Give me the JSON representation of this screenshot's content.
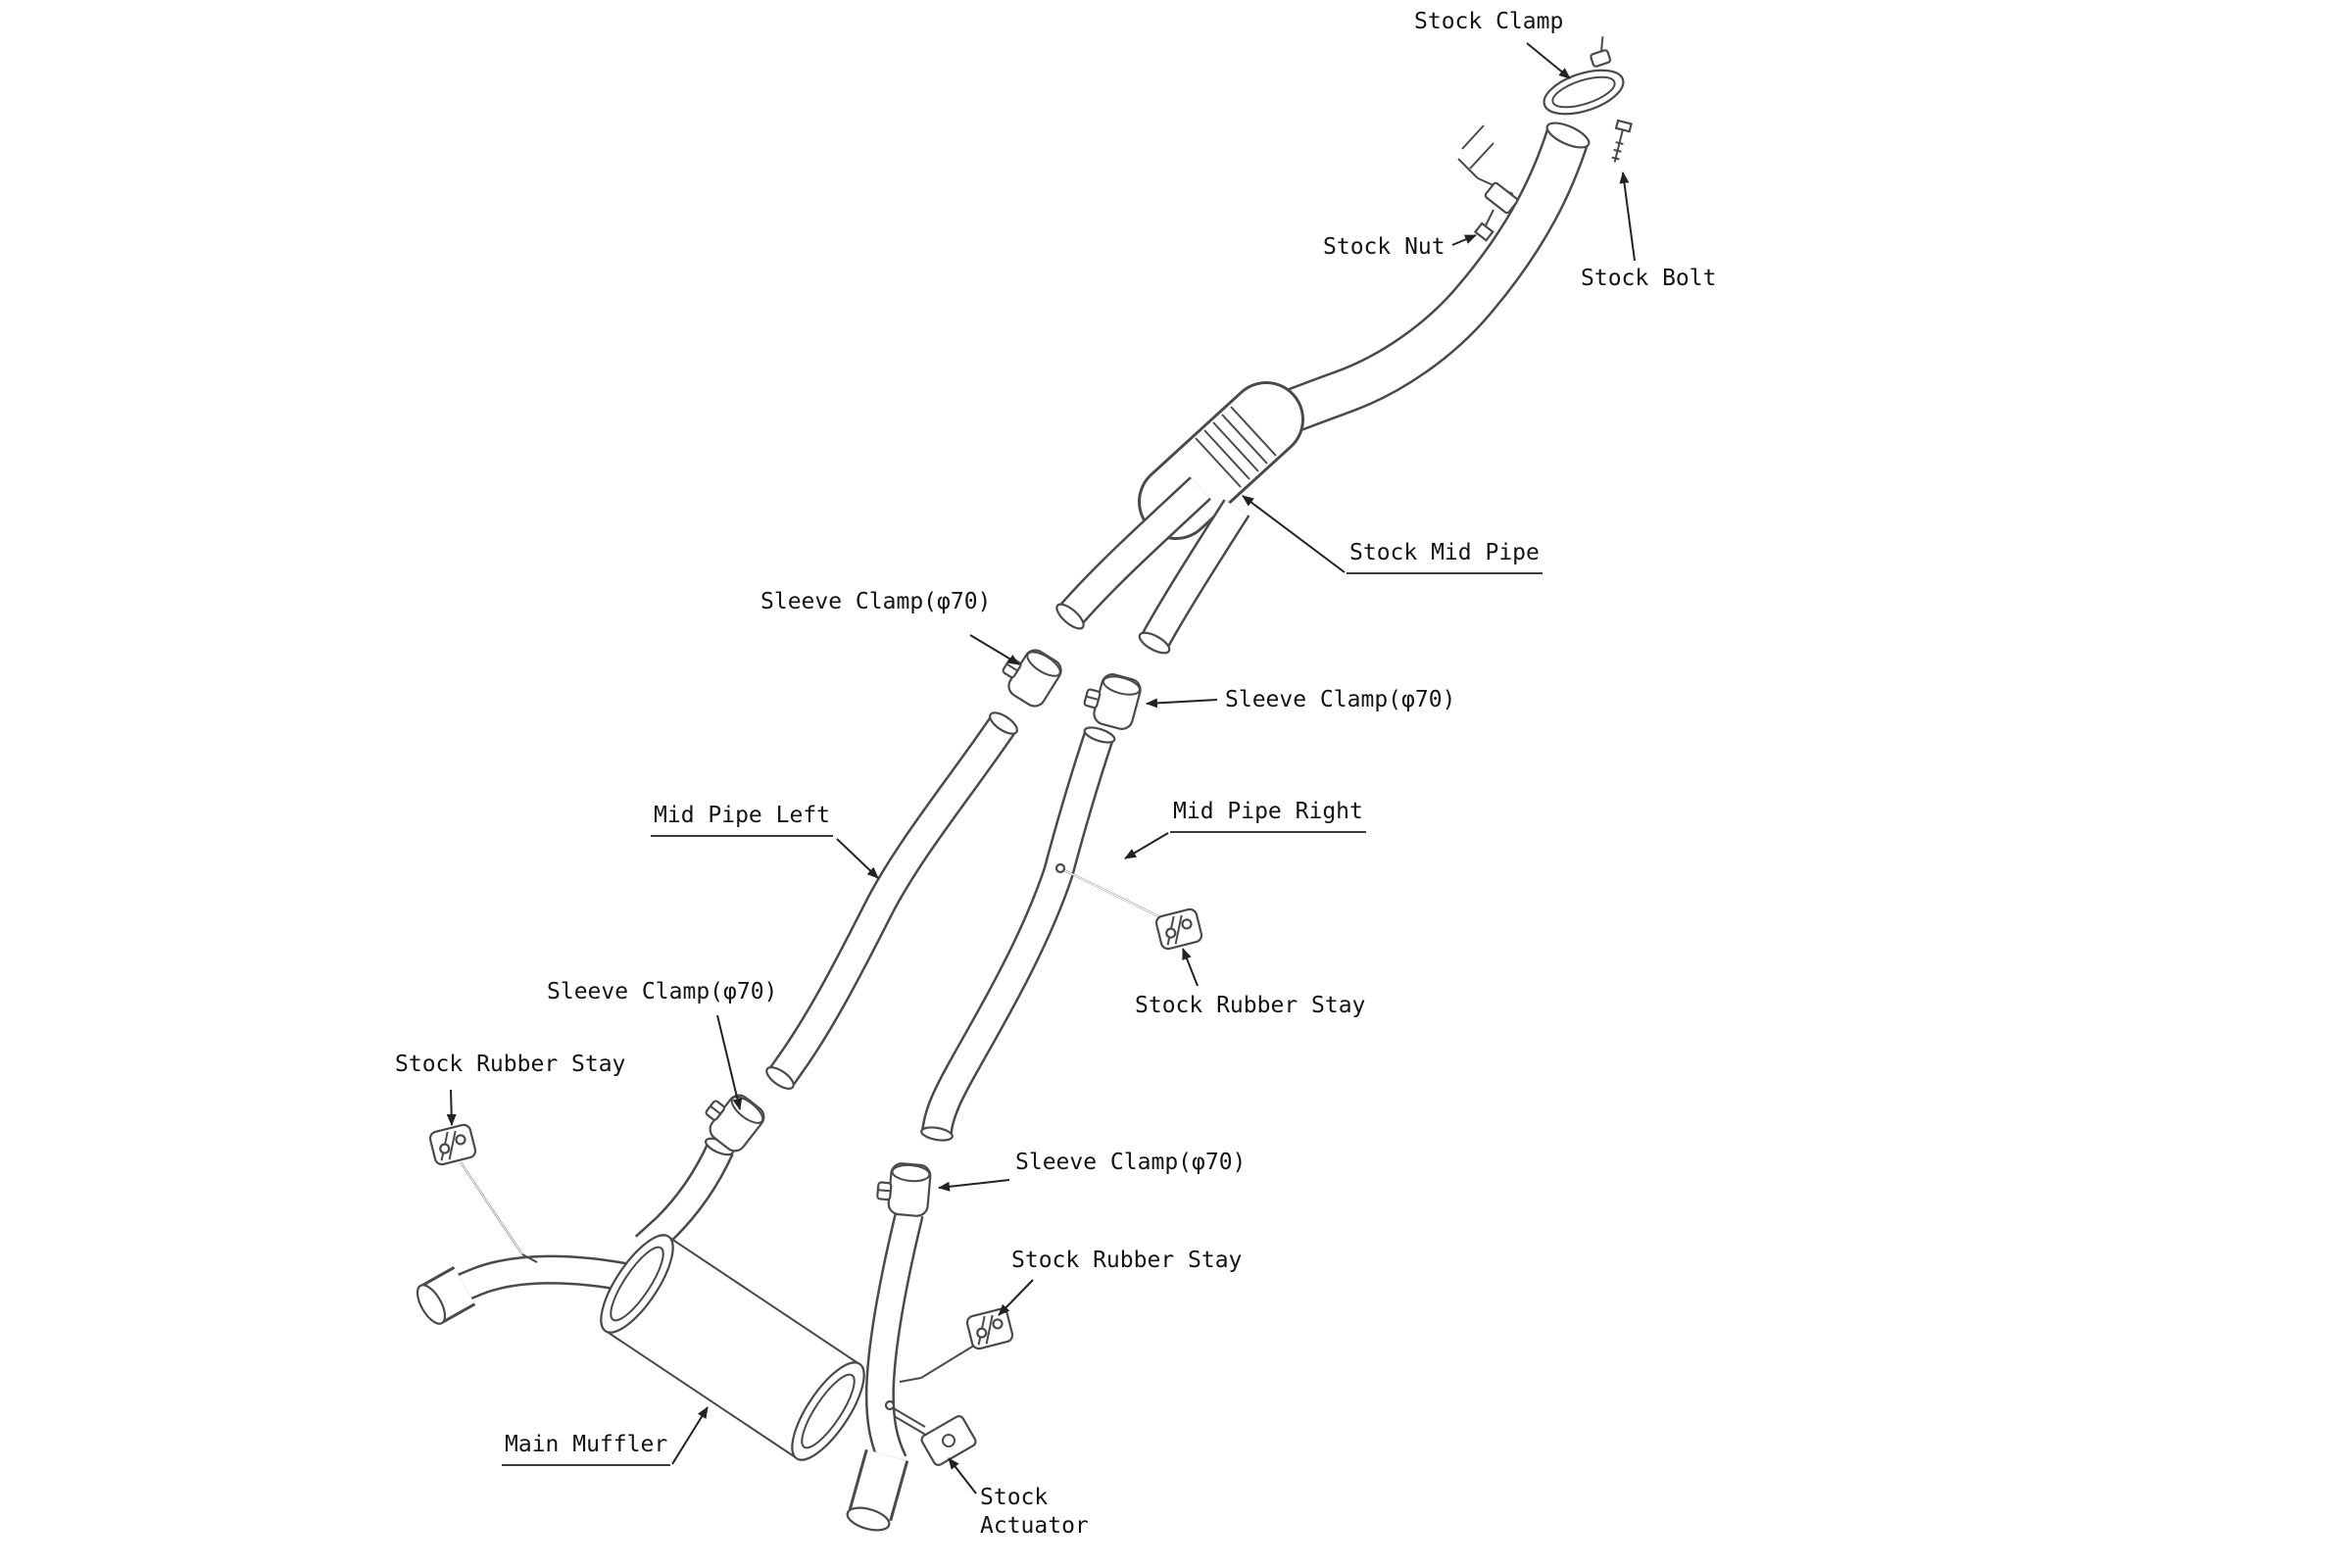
{
  "page": {
    "background": "#ffffff",
    "line_color": "#4a4a4a",
    "text_color": "#141414"
  },
  "diagram": {
    "type": "exploded-parts-diagram",
    "subject": "exhaust system installation diagram",
    "labels": {
      "stock_clamp": "Stock Clamp",
      "stock_nut": "Stock Nut",
      "stock_bolt": "Stock Bolt",
      "stock_mid_pipe": "Stock Mid Pipe",
      "sleeve_clamp_top_left": "Sleeve Clamp(φ70)",
      "sleeve_clamp_top_right": "Sleeve Clamp(φ70)",
      "sleeve_clamp_bottom_left": "Sleeve Clamp(φ70)",
      "sleeve_clamp_bottom_right": "Sleeve Clamp(φ70)",
      "mid_pipe_left": "Mid Pipe Left",
      "mid_pipe_right": "Mid Pipe Right",
      "stock_rubber_stay_left": "Stock Rubber Stay",
      "stock_rubber_stay_right": "Stock Rubber Stay",
      "stock_rubber_stay_bottom": "Stock Rubber Stay",
      "main_muffler": "Main Muffler",
      "stock_actuator_line1": "Stock",
      "stock_actuator_line2": "Actuator"
    }
  }
}
